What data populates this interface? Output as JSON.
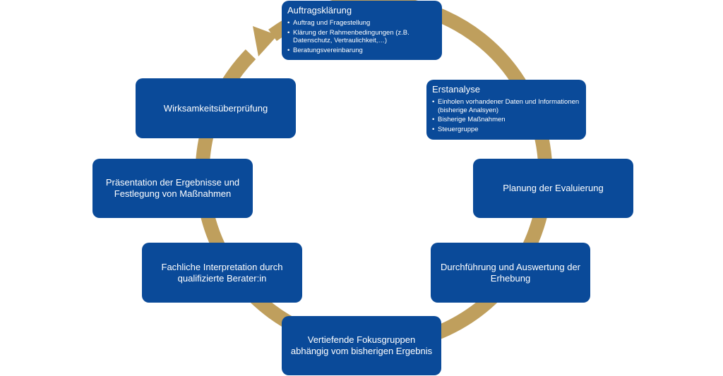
{
  "colors": {
    "box": "#0a4a99",
    "ring": "#bf9f5d",
    "text": "#ffffff"
  },
  "steps": [
    {
      "title": "Auftragsklärung",
      "bullets": [
        "Auftrag und Fragestellung",
        "Klärung der Rahmenbedingungen (z.B. Datenschutz, Vertraulichkeit,…)",
        "Beratungsvereinbarung"
      ]
    },
    {
      "title": "Erstanalyse",
      "bullets": [
        "Einholen vorhandener Daten und Informationen (bisherige Analsyen)",
        "Bisherige Maßnahmen",
        "Steuergruppe"
      ]
    },
    {
      "label": "Planung der Evaluierung"
    },
    {
      "label": "Durchführung und Auswertung der Erhebung"
    },
    {
      "label": "Vertiefende Fokusgruppen abhängig vom bisherigen Ergebnis"
    },
    {
      "label": "Fachliche Interpretation durch qualifizierte Berater:in"
    },
    {
      "label": "Präsentation der Ergebnisse und Festlegung von Maßnahmen"
    },
    {
      "label": "Wirksamkeitsüberprüfung"
    }
  ]
}
